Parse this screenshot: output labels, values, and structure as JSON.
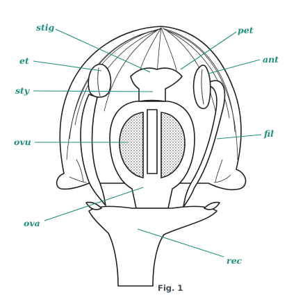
{
  "diagram": {
    "labels": {
      "stig": "stig",
      "pet": "pet",
      "et": "et",
      "ant": "ant",
      "sty": "sty",
      "ovu": "ovu",
      "fil": "fil",
      "ova": "ova",
      "rec": "rec"
    },
    "caption": "Fig. 1",
    "colors": {
      "label": "#1f8f7d",
      "line_art": "#1e1e1e",
      "caption": "#3d4a54"
    }
  }
}
